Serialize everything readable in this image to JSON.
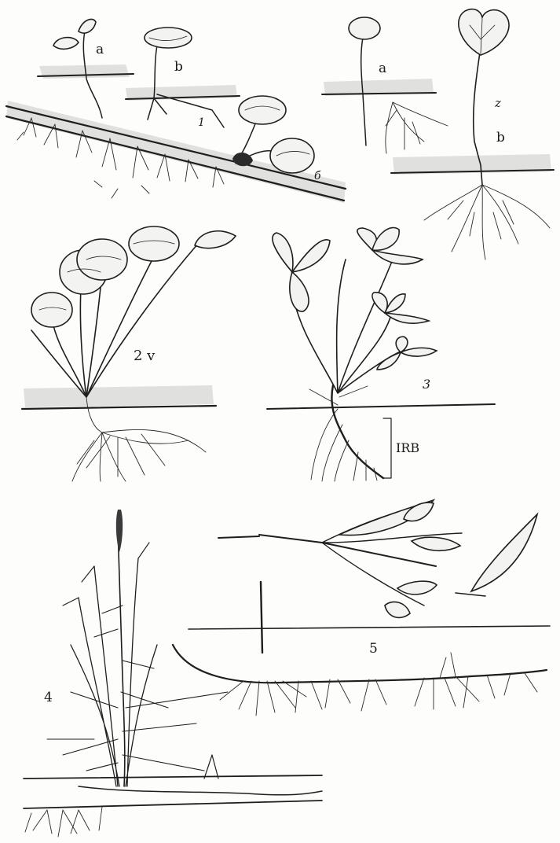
{
  "figure": {
    "labels": {
      "p1_a": "a",
      "p1_b": "b",
      "p1_1": "1",
      "p1_6": "б",
      "p2_a": "a",
      "p2_z": "z",
      "p2_b": "b",
      "p2_v": "2 v",
      "p3": "3",
      "p3_irb": "IRB",
      "p4": "4",
      "p5": "5"
    }
  }
}
